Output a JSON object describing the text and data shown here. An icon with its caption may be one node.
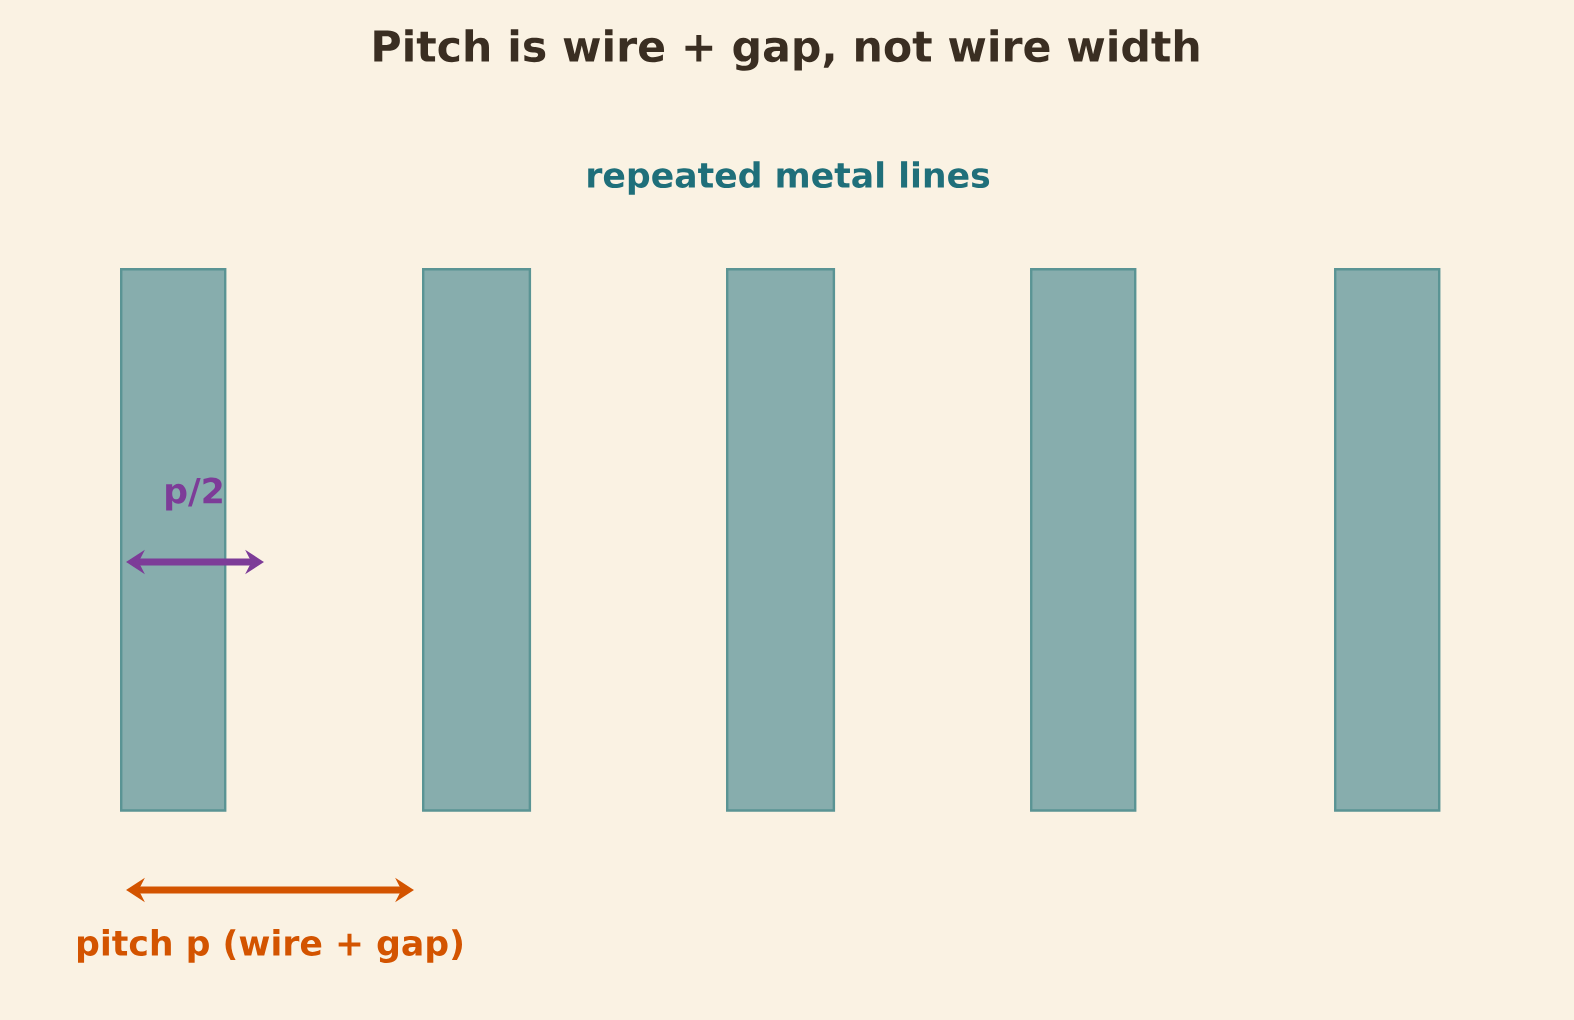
{
  "diagram": {
    "title": "Pitch is wire + gap, not wire width",
    "nodes": [
      {
        "text": [],
        "shape": "bar"
      },
      {
        "text": [],
        "shape": "bar"
      },
      {
        "text": [],
        "shape": "bar"
      },
      {
        "text": [],
        "shape": "bar"
      },
      {
        "text": [],
        "shape": "bar"
      }
    ],
    "labels": [
      "repeated metal lines",
      "p/2",
      "pitch p (wire + gap)"
    ]
  }
}
